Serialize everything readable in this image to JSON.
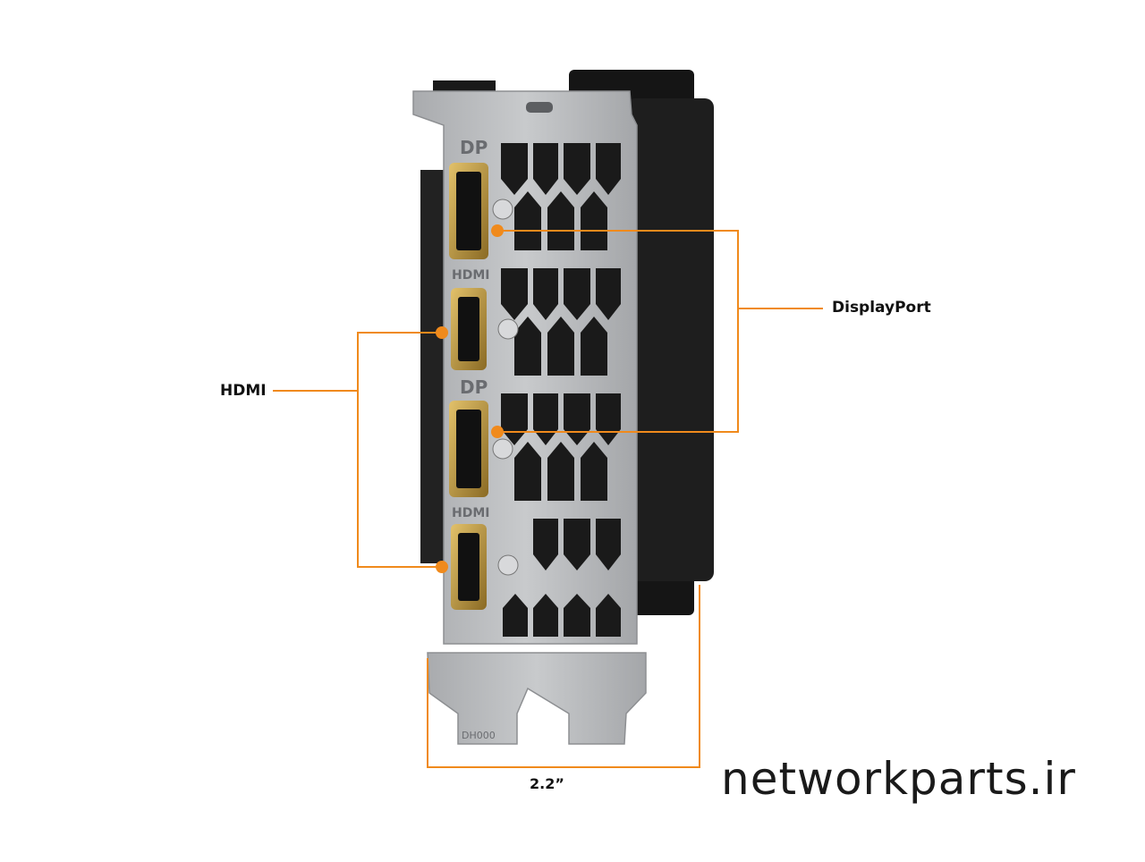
{
  "callouts": {
    "displayport_label": "DisplayPort",
    "hdmi_label": "HDMI",
    "width_dimension": "2.2”"
  },
  "bracket_markings": {
    "port1": "DP",
    "port2": "HDMI",
    "port3": "DP",
    "port4": "HDMI",
    "stamp": "DH000"
  },
  "watermark": "networkparts.ir",
  "colors": {
    "callout_orange": "#f08a1c",
    "bracket_metal": "#b7b9bc",
    "heatsink_black": "#1c1c1c",
    "port_gold": "#c9a24a"
  }
}
